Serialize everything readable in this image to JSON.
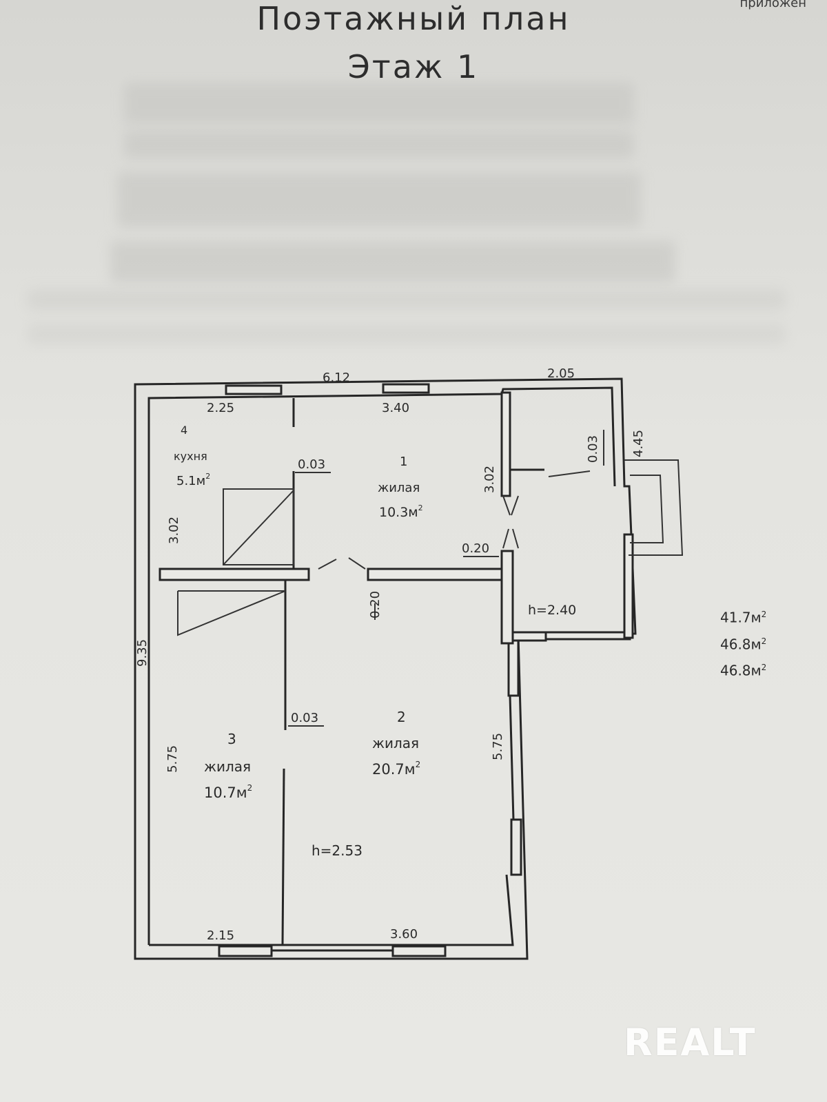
{
  "header": {
    "title": "Поэтажный план",
    "subtitle": "Этаж 1",
    "corner_note": "приложен"
  },
  "dimensions": {
    "top_total": "6.12",
    "top_annex": "2.05",
    "left_total": "9.35",
    "kitchen_top": "2.25",
    "room1_top": "3.40",
    "annex_right": "4.45",
    "kitchen_left": "3.02",
    "room1_right": "3.02",
    "kitchen_partition": "0.03",
    "annex_partition": "0.03",
    "room1_door_gap": "0.20",
    "corridor_gap": "0.20",
    "room3_partition": "0.03",
    "room3_left": "5.75",
    "room2_right": "5.75",
    "bottom_left": "2.15",
    "bottom_right": "3.60",
    "annex_height": "h=2.40",
    "main_height": "h=2.53"
  },
  "rooms": {
    "room4": {
      "number": "4",
      "name": "кухня",
      "area": "5.1м",
      "unit_sup": "2"
    },
    "room1": {
      "number": "1",
      "name": "жилая",
      "area": "10.3м",
      "unit_sup": "2"
    },
    "room2": {
      "number": "2",
      "name": "жилая",
      "area": "20.7м",
      "unit_sup": "2"
    },
    "room3": {
      "number": "3",
      "name": "жилая",
      "area": "10.7м",
      "unit_sup": "2"
    }
  },
  "area_summary": [
    {
      "value": "41.7м",
      "sup": "2"
    },
    {
      "value": "46.8м",
      "sup": "2"
    },
    {
      "value": "46.8м",
      "sup": "2"
    }
  ],
  "watermark": "REALT",
  "colors": {
    "ink": "#262626",
    "paper": "#e4e4e0"
  }
}
